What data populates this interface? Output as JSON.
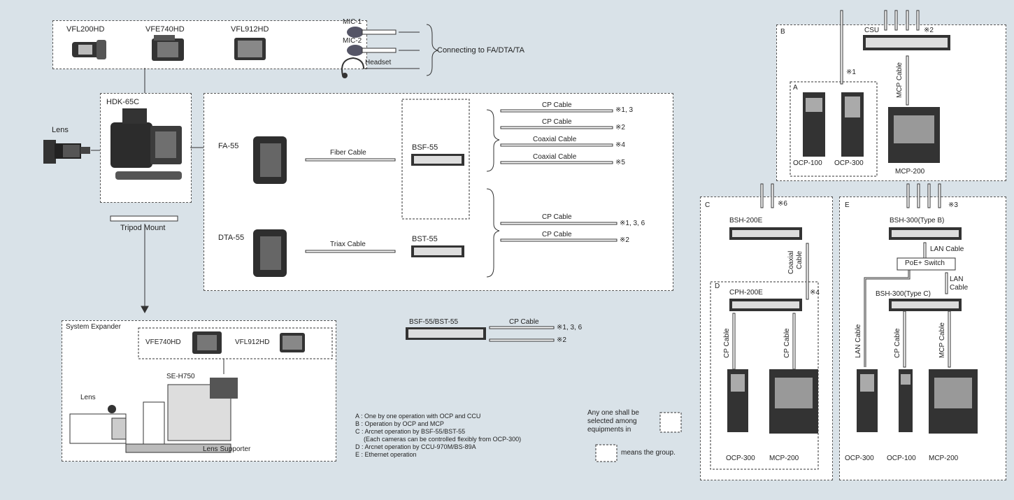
{
  "viewfinders": {
    "a": "VFL200HD",
    "b": "VFE740HD",
    "c": "VFL912HD"
  },
  "mics": {
    "mic1": "MIC-1",
    "mic2": "MIC-2",
    "headset": "Headset",
    "connect": "Connecting to FA/DTA/TA"
  },
  "camera": {
    "name": "HDK-65C",
    "lens": "Lens",
    "tripod": "Tripod Mount"
  },
  "adapters": {
    "fa": "FA-55",
    "dta": "DTA-55",
    "bsf": "BSF-55",
    "bst": "BST-55",
    "fiber": "Fiber Cable",
    "triax": "Triax Cable"
  },
  "cables": {
    "c1": "CP Cable",
    "n1": "※1, 3",
    "c2": "CP Cable",
    "n2": "※2",
    "c3": "Coaxial Cable",
    "n3": "※4",
    "c4": "Coaxial Cable",
    "n4": "※5",
    "c5": "CP Cable",
    "n5": "※1, 3, 6",
    "c6": "CP Cable",
    "n6": "※2"
  },
  "bottomBase": {
    "name": "BSF-55/BST-55",
    "cable": "CP Cable",
    "n1": "※1, 3, 6",
    "n2": "※2"
  },
  "expander": {
    "title": "System Expander",
    "vfe": "VFE740HD",
    "vfl": "VFL912HD",
    "se": "SE-H750",
    "lens": "Lens",
    "supporter": "Lens Supporter"
  },
  "groupB": {
    "letter": "B",
    "csu": "CSU",
    "note2": "※2",
    "note1": "※1",
    "mcpCable": "MCP Cable",
    "mcp": "MCP-200"
  },
  "groupA": {
    "letter": "A",
    "ocp100": "OCP-100",
    "ocp300": "OCP-300"
  },
  "groupC": {
    "letter": "C",
    "note6": "※6",
    "bsh": "BSH-200E",
    "coax": "Coaxial",
    "coax2": "Cable"
  },
  "groupD": {
    "letter": "D",
    "cph": "CPH-200E",
    "note4": "※4",
    "cp": "CP Cable",
    "cp2": "CP Cable",
    "ocp": "OCP-300",
    "mcp": "MCP-200"
  },
  "groupE": {
    "letter": "E",
    "note3": "※3",
    "bshB": "BSH-300(Type B)",
    "lan1": "LAN Cable",
    "poe": "PoE+ Switch",
    "lan2a": "LAN",
    "lan2b": "Cable",
    "bshC": "BSH-300(Type C)",
    "lan3": "LAN Cable",
    "cp": "CP Cable",
    "mcpc": "MCP Cable",
    "ocp300": "OCP-300",
    "ocp100": "OCP-100",
    "mcp": "MCP-200"
  },
  "legend": {
    "a": "A : One by one operation with OCP and CCU",
    "b": "B : Operation by OCP and MCP",
    "c": "C : Arcnet operation by BSF-55/BST-55",
    "c2": "(Each cameras can be controlled flexibly from OCP-300)",
    "d": "D : Arcnet operation by CCU-970M/BS-89A",
    "e": "E : Ethernet operation"
  },
  "note": {
    "l1": "Any one shall be",
    "l2": "selected among",
    "l3": "equipments in",
    "means": "means the group."
  }
}
